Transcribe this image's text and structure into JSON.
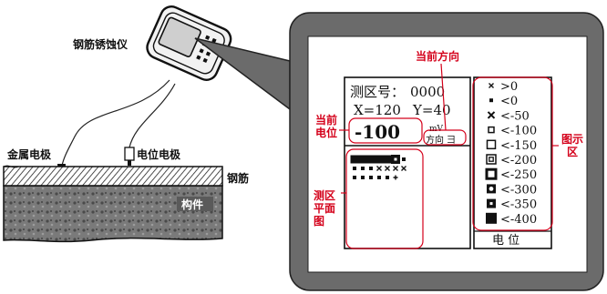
{
  "left": {
    "device_label": "钢筋锈蚀仪",
    "metal_electrode_label": "金属电极",
    "potential_electrode_label": "电位电极",
    "rebar_label": "钢筋",
    "member_label": "构件"
  },
  "screen": {
    "zone_no_label": "测区号：",
    "zone_no": "0000",
    "x_text": "X=120",
    "y_text": "Y=40",
    "potential_value": "-100",
    "unit": "mV",
    "direction_button": "方向",
    "direction_glyph": "彐",
    "legend": [
      {
        "icon": "x-small",
        "label": ">0"
      },
      {
        "icon": "dot-small",
        "label": "<0"
      },
      {
        "icon": "x-medium",
        "label": "<-50"
      },
      {
        "icon": "square-small-hollow",
        "label": "<-100"
      },
      {
        "icon": "square-hollow",
        "label": "<-150"
      },
      {
        "icon": "square-double",
        "label": "<-200"
      },
      {
        "icon": "square-thick",
        "label": "<-250"
      },
      {
        "icon": "circle-in-square",
        "label": "<-300"
      },
      {
        "icon": "square-dot",
        "label": "<-350"
      },
      {
        "icon": "square-filled",
        "label": "<-400"
      }
    ],
    "legend_footer": "电 位"
  },
  "annotations": {
    "current_direction": "当前方向",
    "current_potential_1": "当前",
    "current_potential_2": "电位",
    "legend_area_1": "图示",
    "legend_area_2": "区",
    "plan_1": "测区",
    "plan_2": "平面",
    "plan_3": "图"
  },
  "colors": {
    "annotation": "#d4001a",
    "callout_bg": "#6b6b6b",
    "line": "#111111"
  }
}
